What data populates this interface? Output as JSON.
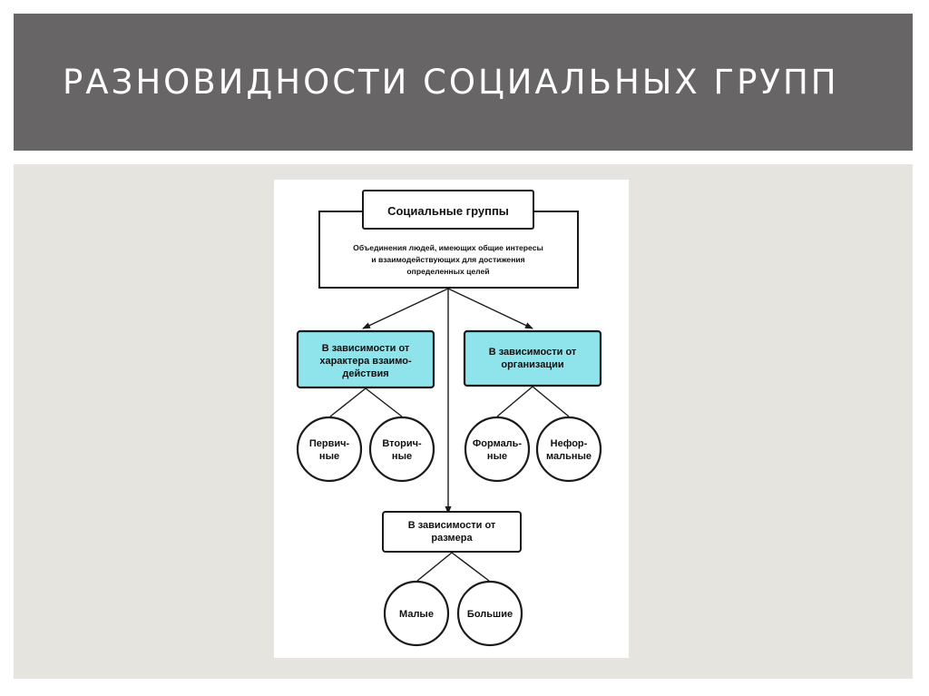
{
  "slide": {
    "title": "РАЗНОВИДНОСТИ СОЦИАЛЬНЫХ ГРУПП"
  },
  "diagram": {
    "root": {
      "title": "Социальные группы",
      "description_lines": [
        "Объединения людей, имеющих общие интересы",
        "и взаимодействующих для достижения",
        "определенных целей"
      ]
    },
    "by_interaction": {
      "lines": [
        "В зависимости от",
        "характера взаимо-",
        "действия"
      ],
      "children": [
        {
          "lines": [
            "Первич-",
            "ные"
          ]
        },
        {
          "lines": [
            "Вторич-",
            "ные"
          ]
        }
      ]
    },
    "by_organization": {
      "lines": [
        "В зависимости от",
        "организации"
      ],
      "children": [
        {
          "lines": [
            "Формаль-",
            "ные"
          ]
        },
        {
          "lines": [
            "Нефор-",
            "мальные"
          ]
        }
      ]
    },
    "by_size": {
      "lines": [
        "В зависимости от",
        "размера"
      ],
      "children": [
        {
          "lines": [
            "Малые"
          ]
        },
        {
          "lines": [
            "Большие"
          ]
        }
      ]
    },
    "colors": {
      "accent_box": "#8fe3ea",
      "title_bar": "#676566",
      "panel": "#e6e4df"
    }
  }
}
